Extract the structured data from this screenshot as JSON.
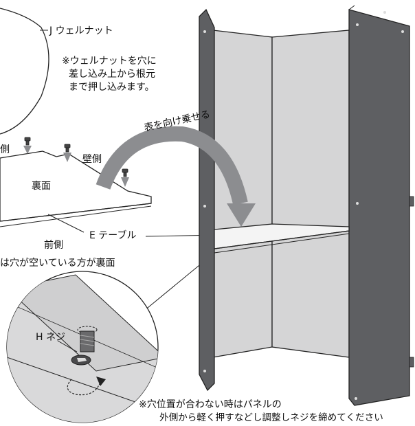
{
  "labels": {
    "nut": "J ウェルナット",
    "nut_note": [
      "※ウェルナットを穴に",
      "差し込み上から根元",
      "まで押し込みます。"
    ],
    "flip": "表を向け乗せる",
    "side_left": "側",
    "wall_side": "壁側",
    "back_face": "裏面",
    "table": "E テーブル",
    "front_side": "前側",
    "hole_note": "は穴が空いている方が裏面",
    "screw": "H ネジ",
    "bottom_note": [
      "※穴位置が合わない時はパネルの",
      "外側から軽く押すなどし調整しネジを締めてください"
    ]
  },
  "colors": {
    "panel_dark": "#5e5f62",
    "panel_inner": "#d5d5d6",
    "arrow": "#8c8d90",
    "line": "#222222"
  }
}
